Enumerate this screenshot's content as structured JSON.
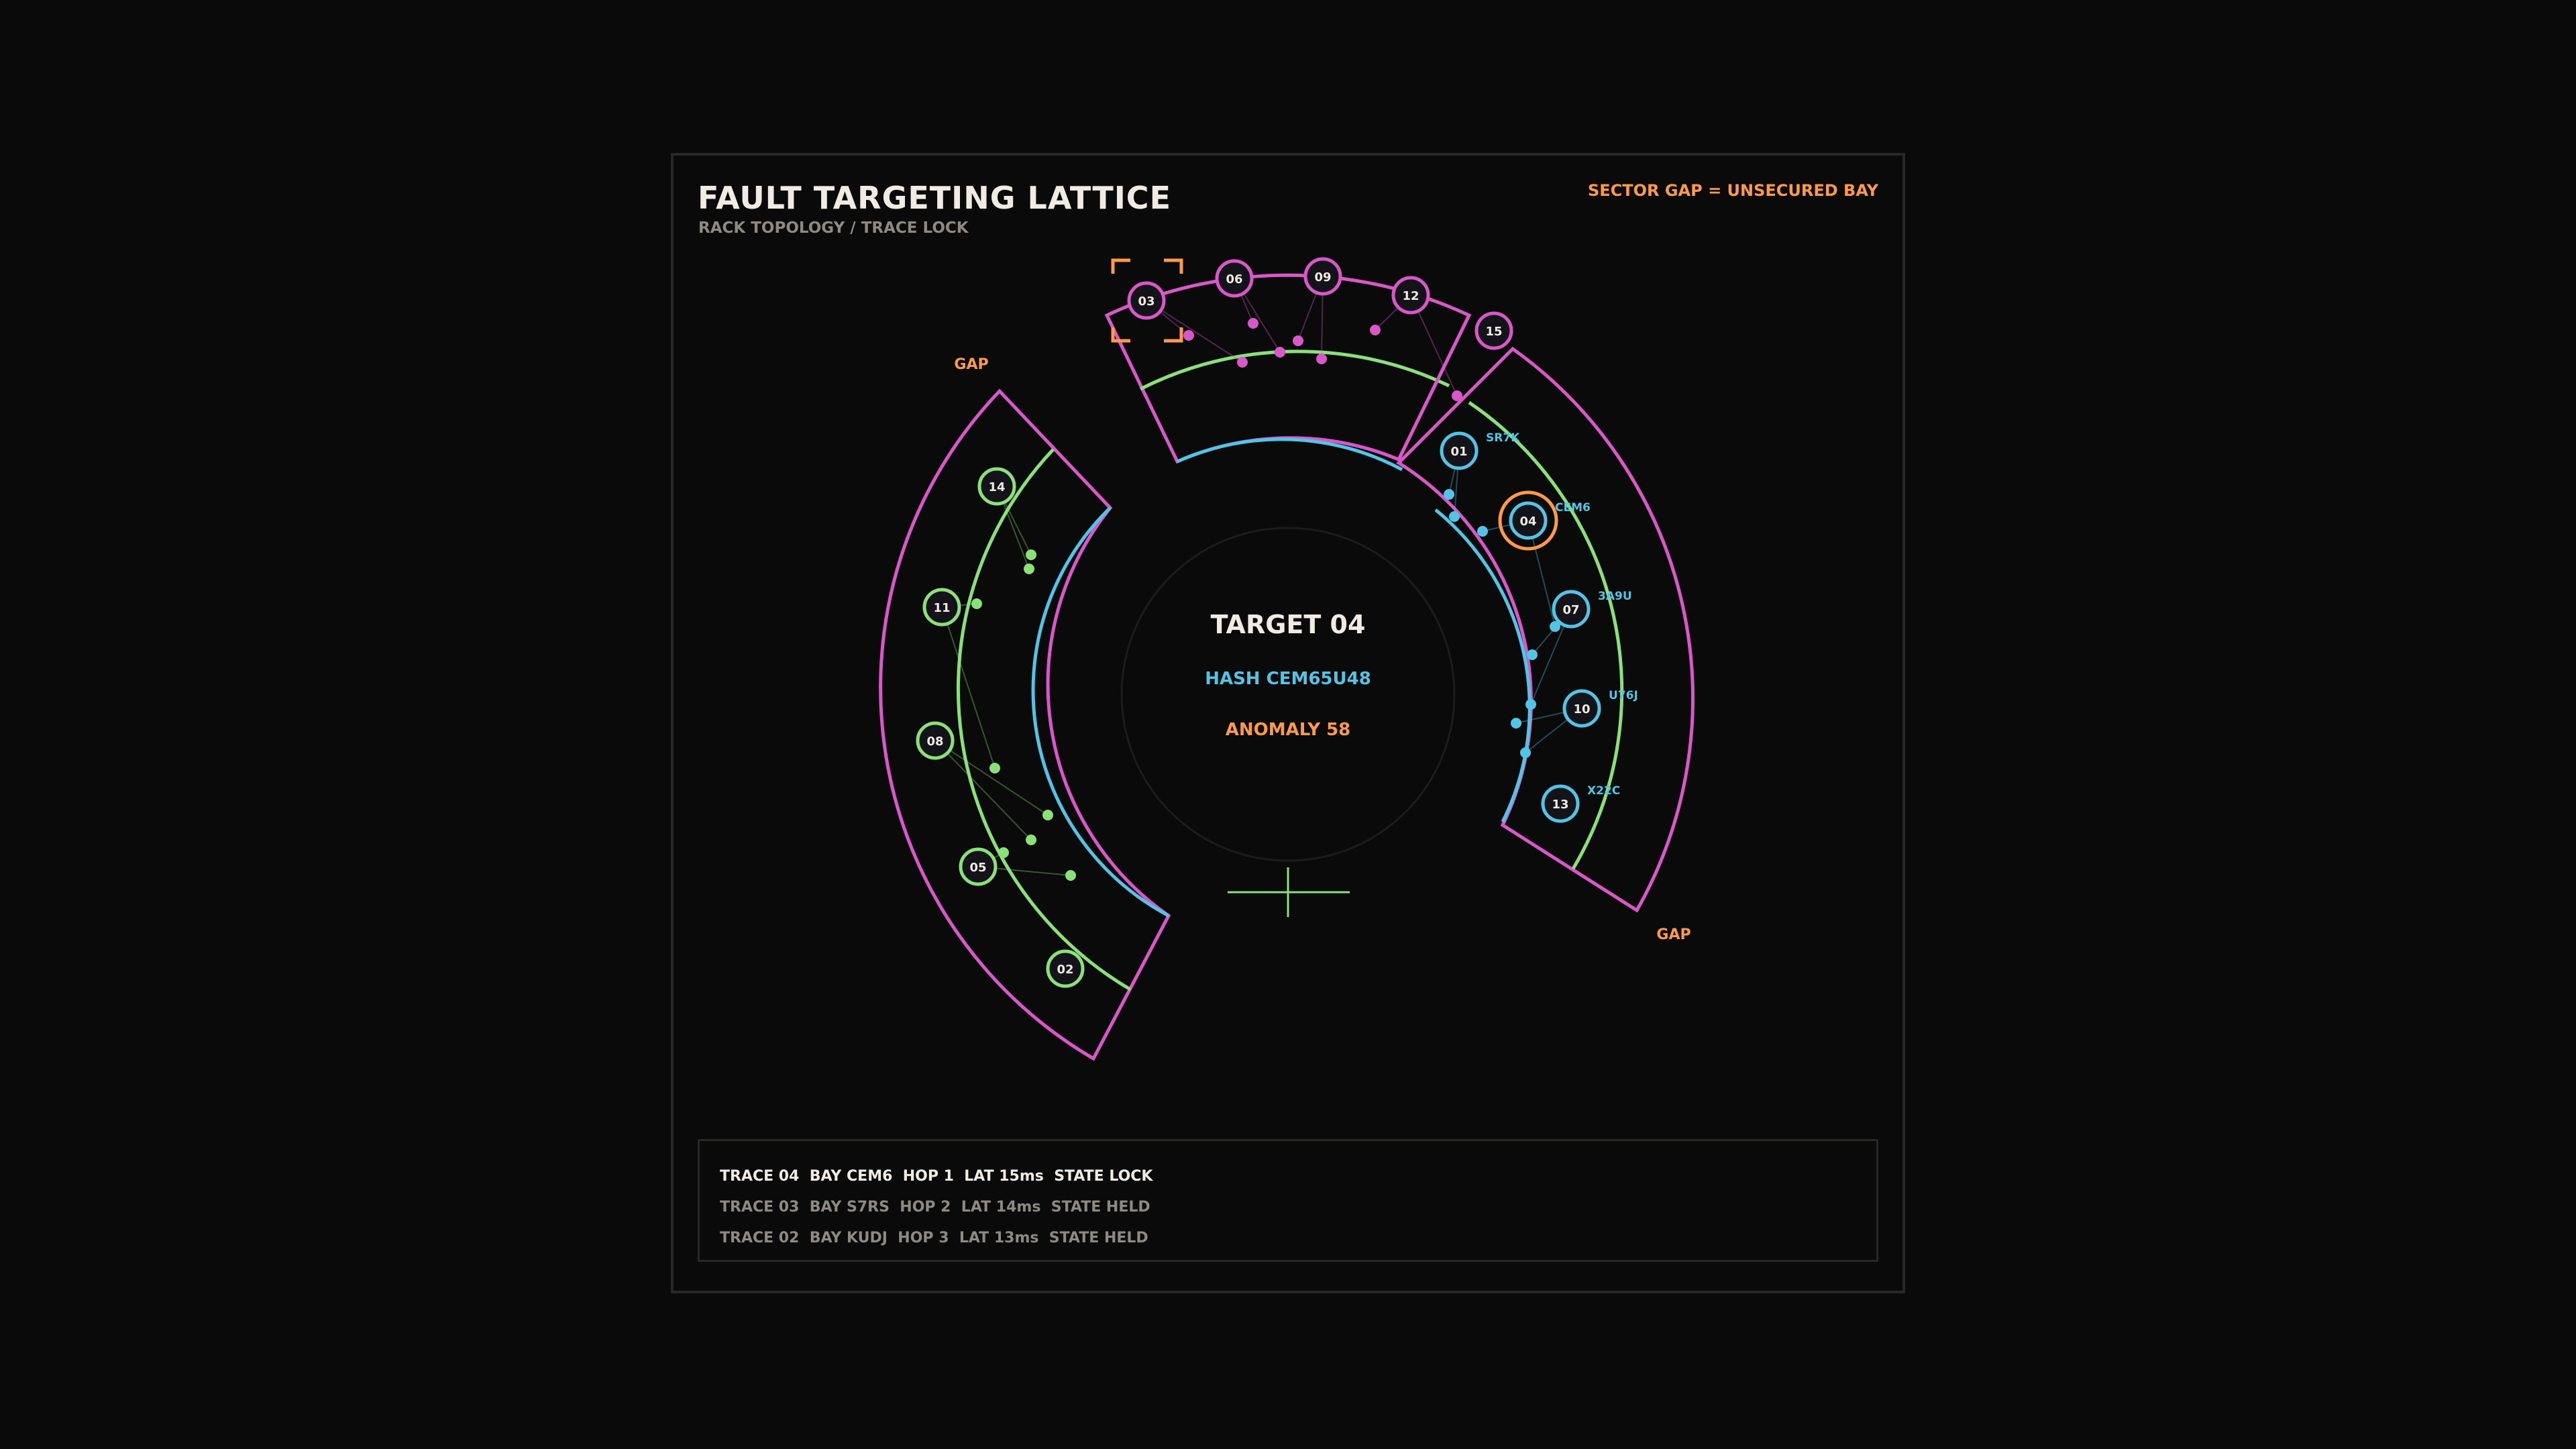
{
  "header": {
    "title": "FAULT TARGETING LATTICE",
    "subtitle": "RACK TOPOLOGY / TRACE LOCK",
    "legend": "SECTOR GAP = UNSECURED BAY"
  },
  "center": {
    "target": "TARGET 04",
    "hash": "HASH CEM65U48",
    "anomaly": "ANOMALY 58"
  },
  "gap_labels": [
    "GAP",
    "GAP"
  ],
  "colors": {
    "background": "#0a0a0a",
    "magenta": "#d957c8",
    "green": "#8be07a",
    "cyan": "#52c4e6",
    "orange": "#ff9a4a",
    "text": "#f0ebe4",
    "muted": "#8d8985"
  },
  "nodes": [
    {
      "id": "03",
      "sector": "magenta",
      "bracketed": true
    },
    {
      "id": "06",
      "sector": "magenta"
    },
    {
      "id": "09",
      "sector": "magenta"
    },
    {
      "id": "12",
      "sector": "magenta"
    },
    {
      "id": "15",
      "sector": "magenta"
    },
    {
      "id": "01",
      "sector": "cyan",
      "tag": "SR7K"
    },
    {
      "id": "04",
      "sector": "cyan",
      "tag": "CEM6",
      "targeted": true
    },
    {
      "id": "07",
      "sector": "cyan",
      "tag": "3A9U"
    },
    {
      "id": "10",
      "sector": "cyan",
      "tag": "U76J"
    },
    {
      "id": "13",
      "sector": "cyan",
      "tag": "X22C"
    },
    {
      "id": "14",
      "sector": "green"
    },
    {
      "id": "11",
      "sector": "green"
    },
    {
      "id": "08",
      "sector": "green"
    },
    {
      "id": "05",
      "sector": "green"
    },
    {
      "id": "02",
      "sector": "green"
    }
  ],
  "trace_log": [
    {
      "text": "TRACE 04  BAY CEM6  HOP 1  LAT 15ms  STATE LOCK",
      "active": true
    },
    {
      "text": "TRACE 03  BAY S7RS  HOP 2  LAT 14ms  STATE HELD",
      "active": false
    },
    {
      "text": "TRACE 02  BAY KUDJ  HOP 3  LAT 13ms  STATE HELD",
      "active": false
    }
  ]
}
